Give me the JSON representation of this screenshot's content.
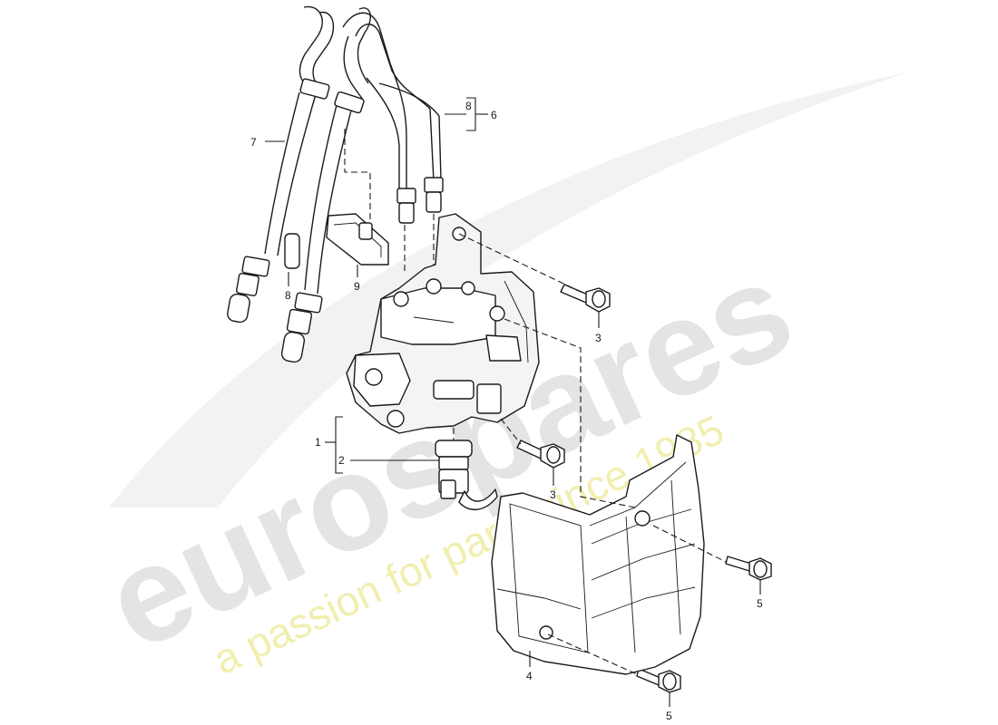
{
  "watermark": {
    "brand": "eurospares",
    "tagline": "a passion for parts since 1985"
  },
  "callouts": {
    "c1": "1",
    "c2": "2",
    "c3a": "3",
    "c3b": "3",
    "c4": "4",
    "c5a": "5",
    "c5b": "5",
    "c6": "6",
    "c7": "7",
    "c8a": "8",
    "c8b": "8",
    "c9": "9"
  },
  "colors": {
    "line": "#1a1a1a",
    "background": "#ffffff",
    "watermark_brand": "#e4e4e4",
    "watermark_tagline": "#f1eeb0"
  }
}
